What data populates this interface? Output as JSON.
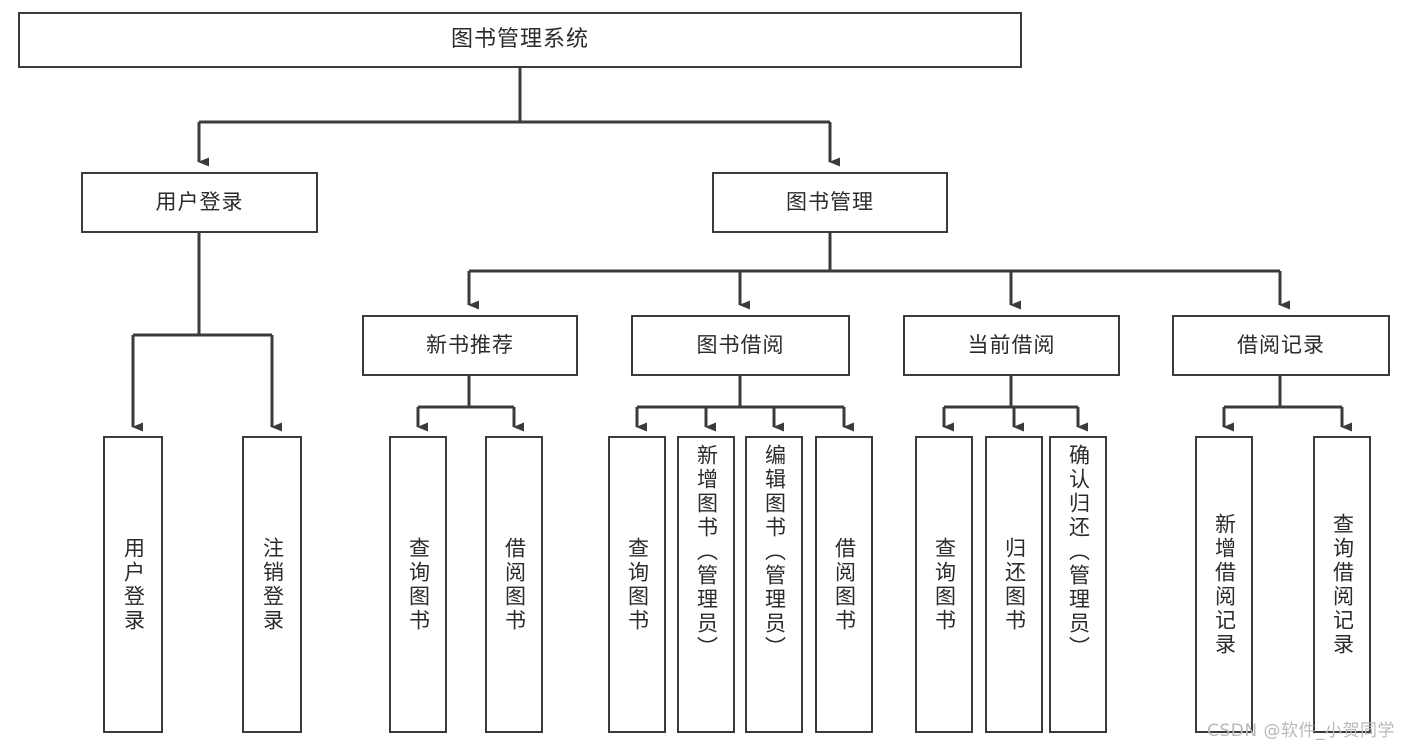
{
  "diagram": {
    "title": "图书管理系统",
    "watermark": "CSDN @软件_小贺同学",
    "colors": {
      "box_border": "#3b3b3b",
      "box_fill": "#ffffff",
      "connector": "#3b3b3b",
      "text": "#2b2b2b",
      "watermark": "#b9b9b9"
    },
    "root": {
      "label": "图书管理系统"
    },
    "level1": [
      {
        "label": "用户登录"
      },
      {
        "label": "图书管理"
      }
    ],
    "level2": [
      {
        "label": "新书推荐"
      },
      {
        "label": "图书借阅"
      },
      {
        "label": "当前借阅"
      },
      {
        "label": "借阅记录"
      }
    ],
    "leaves": {
      "user_login": [
        {
          "label": "用户登录"
        },
        {
          "label": "注销登录"
        }
      ],
      "new_book_recommend": [
        {
          "label": "查询图书"
        },
        {
          "label": "借阅图书"
        }
      ],
      "book_borrow": [
        {
          "label": "查询图书"
        },
        {
          "label": "新增图书（管理员）"
        },
        {
          "label": "编辑图书（管理员）"
        },
        {
          "label": "借阅图书"
        }
      ],
      "current_borrow": [
        {
          "label": "查询图书"
        },
        {
          "label": "归还图书"
        },
        {
          "label": "确认归还（管理员）"
        }
      ],
      "borrow_record": [
        {
          "label": "新增借阅记录"
        },
        {
          "label": "查询借阅记录"
        }
      ]
    }
  }
}
